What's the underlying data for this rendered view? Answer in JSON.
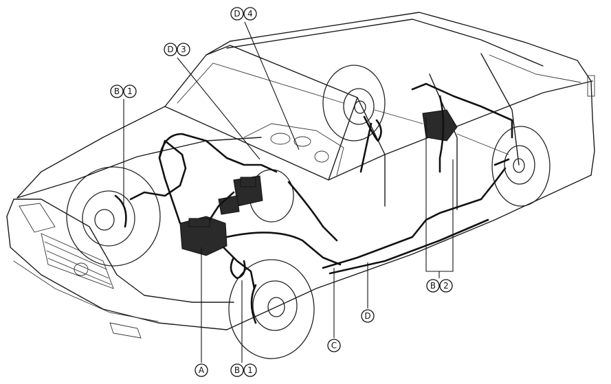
{
  "callouts": [
    {
      "id": "b1-front-left",
      "letter": "B",
      "number": "1"
    },
    {
      "id": "d4",
      "letter": "D",
      "number": "4"
    },
    {
      "id": "d3",
      "letter": "D",
      "number": "3"
    },
    {
      "id": "a",
      "letter": "A",
      "number": ""
    },
    {
      "id": "b1-front-right",
      "letter": "B",
      "number": "1"
    },
    {
      "id": "c",
      "letter": "C",
      "number": ""
    },
    {
      "id": "d",
      "letter": "D",
      "number": ""
    },
    {
      "id": "b2",
      "letter": "B",
      "number": "2"
    }
  ]
}
